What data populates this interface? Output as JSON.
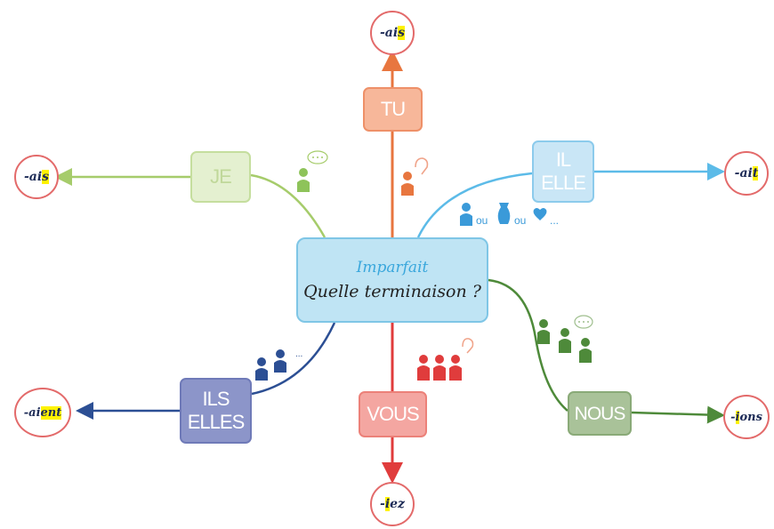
{
  "center": {
    "title": "Imparfait",
    "question": "Quelle terminaison ?"
  },
  "pronouns": {
    "tu": {
      "label": "TU",
      "color": "#e8763f"
    },
    "je": {
      "label": "JE",
      "color": "#a6cc6b"
    },
    "il_elle": {
      "line1": "IL",
      "line2": "ELLE",
      "color": "#5cbbe8"
    },
    "ils_elles": {
      "line1": "ILS",
      "line2": "ELLES",
      "color": "#2c4f94"
    },
    "vous": {
      "label": "VOUS",
      "color": "#e03c3c"
    },
    "nous": {
      "label": "NOUS",
      "color": "#4e8a3a"
    }
  },
  "endings": {
    "tu": {
      "prefix": "-ai",
      "highlight": "s"
    },
    "je": {
      "prefix": "-ai",
      "highlight": "s"
    },
    "il_elle": {
      "prefix": "-ai",
      "highlight": "t"
    },
    "ils_elles": {
      "prefix": "-ai",
      "highlight": "ent"
    },
    "vous": {
      "prefix": "-",
      "highlight": "i",
      "suffix": "ez"
    },
    "nous": {
      "prefix": "-",
      "highlight": "i",
      "suffix": "ons"
    }
  },
  "il_elle_legend": {
    "ou1": "ou",
    "ou2": "ou",
    "ellipsis": "..."
  },
  "ils_elles_legend": {
    "ellipsis": "..."
  }
}
